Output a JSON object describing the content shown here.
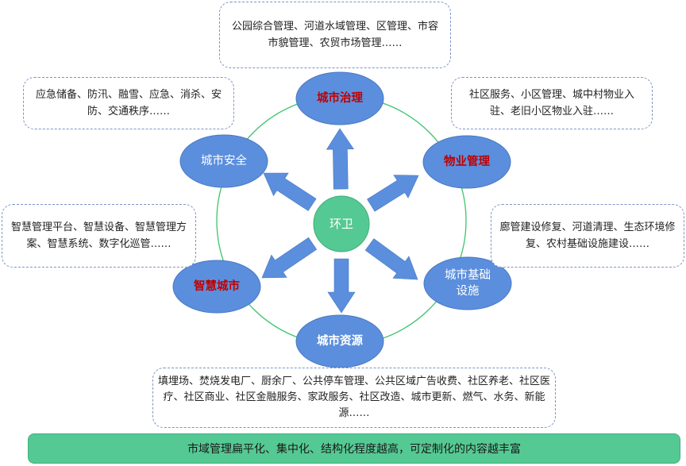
{
  "diagram": {
    "title": "环卫 延伸业务示意",
    "colors": {
      "node_fill": "#5b8fdd",
      "node_stroke": "#4a78c2",
      "center_fill": "#55c993",
      "ring": "#3cc56b",
      "arrow": "#5b8fdd",
      "highlight_text": "#c00000",
      "note_border": "#7d94c6",
      "banner_fill": "#55c993"
    },
    "center": {
      "label": "环卫"
    },
    "nodes": [
      {
        "id": "city-governance",
        "label": "城市治理",
        "style": "red"
      },
      {
        "id": "property-management",
        "label": "物业管理",
        "style": "red"
      },
      {
        "id": "city-infrastructure",
        "label": "城市基础\n设施",
        "style": "white"
      },
      {
        "id": "city-resources",
        "label": "城市资源",
        "style": "bold-white"
      },
      {
        "id": "smart-city",
        "label": "智慧城市",
        "style": "red"
      },
      {
        "id": "city-safety",
        "label": "城市安全",
        "style": "white"
      }
    ],
    "notes": {
      "city_governance": "公园综合管理、河道水域管理、区管理、市容市貌管理、农贸市场管理……",
      "city_safety": "应急储备、防汛、融雪、应急、消杀、安防、交通秩序……",
      "property_management": "社区服务、小区管理、城中村物业入驻、老旧小区物业入驻……",
      "smart_city": "智慧管理平台、智慧设备、智慧管理方案、智慧系统、数字化巡管……",
      "city_infrastructure": "廊管建设修复、河道清理、生态环境修复、农村基础设施建设……",
      "city_resources": "填埋场、焚烧发电厂、厨余厂、公共停车管理、公共区域广告收费、社区养老、社区医疗、社区商业、社区金融服务、家政服务、社区改造、城市更新、燃气、水务、新能源……"
    },
    "banner": "市域管理扁平化、集中化、结构化程度越高，可定制化的内容越丰富"
  }
}
